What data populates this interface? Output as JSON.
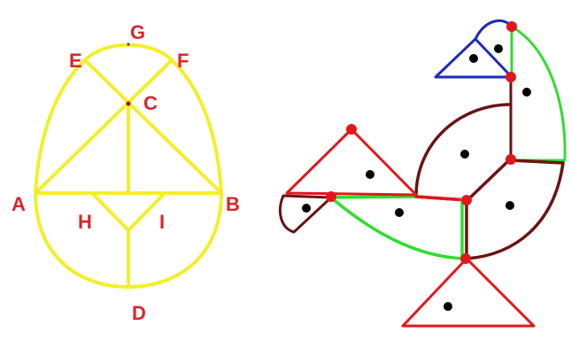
{
  "colors": {
    "egg": "#f2ef2a",
    "label": "#d8262b",
    "blue": "#1d2bb8",
    "green": "#30dd30",
    "brown": "#6b1313",
    "red": "#e3161b",
    "dot": "#000000"
  },
  "egg_diagram": {
    "labels": {
      "A": "A",
      "B": "B",
      "C": "C",
      "D": "D",
      "E": "E",
      "F": "F",
      "G": "G",
      "H": "H",
      "I": "I"
    }
  }
}
